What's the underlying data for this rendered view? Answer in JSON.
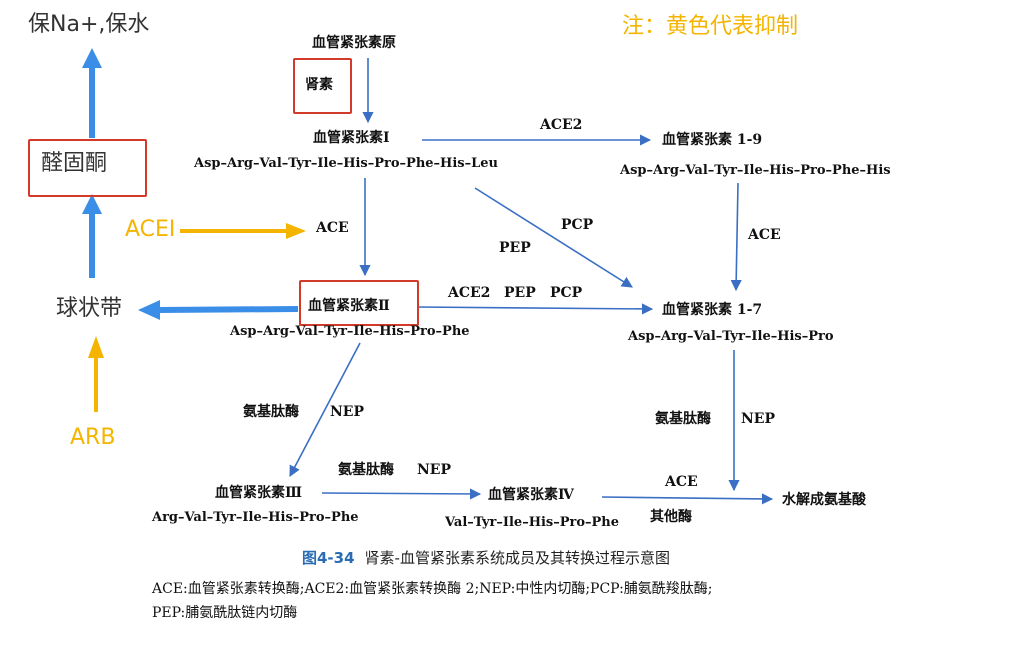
{
  "note": "注：黄色代表抑制",
  "side": {
    "top": "保Na+,保水",
    "aldosterone": "醛固酮",
    "zona": "球状带",
    "acei": "ACEI",
    "arb": "ARB"
  },
  "nodes": {
    "angiotensinogen": "血管紧张素原",
    "renin": "肾素",
    "ang1": "血管紧张素Ⅰ",
    "ang1_seq": "Asp–Arg–Val–Tyr–Ile–His–Pro–Phe–His–Leu",
    "ang19": "血管紧张素 1-9",
    "ang19_seq": "Asp–Arg–Val–Tyr–Ile–His–Pro–Phe–His",
    "ang2": "血管紧张素Ⅱ",
    "ang2_seq": "Asp–Arg–Val–Tyr–Ile–His–Pro–Phe",
    "ang17": "血管紧张素 1-7",
    "ang17_seq": "Asp–Arg–Val–Tyr–Ile–His–Pro",
    "ang3": "血管紧张素Ⅲ",
    "ang3_seq": "Arg–Val–Tyr–Ile–His–Pro–Phe",
    "ang4": "血管紧张素Ⅳ",
    "ang4_seq": "Val–Tyr–Ile–His–Pro–Phe",
    "amino": "水解成氨基酸"
  },
  "enzymes": {
    "ace2_top": "ACE2",
    "ace_left": "ACE",
    "pcp_diag": "PCP",
    "pep_diag": "PEP",
    "ace_right": "ACE",
    "ace2_mid": "ACE2",
    "pep_mid": "PEP",
    "pcp_mid": "PCP",
    "ampep_left": "氨基肽酶",
    "nep_left": "NEP",
    "ampep_mid": "氨基肽酶",
    "nep_mid": "NEP",
    "ampep_right": "氨基肽酶",
    "nep_right": "NEP",
    "ace_bottom": "ACE",
    "other": "其他酶"
  },
  "caption": {
    "fig": "图4-34",
    "title": "肾素-血管紧张素系统成员及其转换过程示意图",
    "legend1": "ACE:血管紧张素转换酶;ACE2:血管紧张素转换酶 2;NEP:中性内切酶;PCP:脯氨酰羧肽酶;",
    "legend2": "PEP:脯氨酰肽链内切酶"
  },
  "colors": {
    "blue": "#3b8ee8",
    "yellow": "#f4b400",
    "red_box": "#d23a2a",
    "flow": "#3a6fc4"
  }
}
